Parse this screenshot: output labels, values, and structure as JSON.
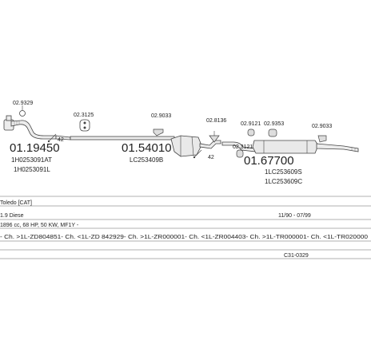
{
  "parts": {
    "front_pipe": {
      "number": "01.19450",
      "oem": [
        "1H0253091AT",
        "1H0253091L"
      ]
    },
    "middle_silencer": {
      "number": "01.54010",
      "oem": [
        "LC253409B"
      ]
    },
    "rear_silencer": {
      "number": "01.67700",
      "oem": [
        "1LC253609S",
        "1LC253609C"
      ]
    }
  },
  "fittings": {
    "gasket_front": "02.9329",
    "clamp_42_front": "42",
    "hanger_3125": "02.3125",
    "bracket_9033_mid": "02.9033",
    "clamp_42_mid": "42",
    "hanger_8136": "02.8136",
    "rubber_9121": "02.9121",
    "rubber_9353": "02.9353",
    "rubber_9033_rear": "02.9033",
    "rubber_3121_rear": "02.3121"
  },
  "spec": {
    "vehicle": "Toledo [CAT]",
    "engine": "1.9 Diese",
    "years": "11/90 - 07/99",
    "capacity": "1896 cc, 68 HP, 50 KW, MF1Y -",
    "chassis": "- Ch. >1L-ZD804851- Ch. <1L-ZD 842929- Ch. >1L-ZR000001- Ch. <1L-ZR004403- Ch. >1L-TR000001- Ch. <1L-TR020000",
    "code": "C31-0329"
  }
}
